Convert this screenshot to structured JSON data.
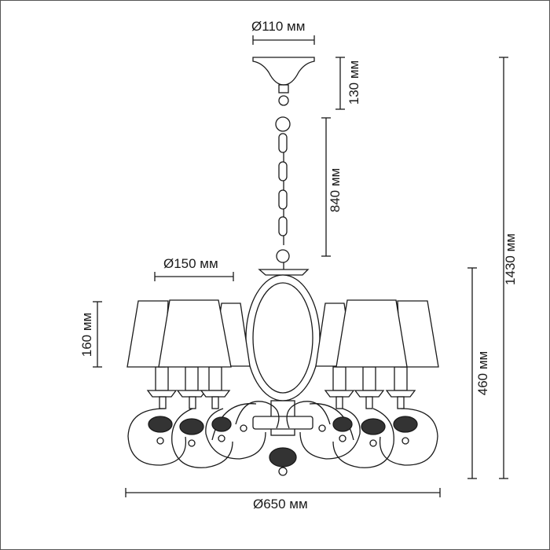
{
  "dimensions": {
    "canopy_diameter": "Ø110 мм",
    "canopy_height": "130 мм",
    "chain_length": "840 мм",
    "shade_diameter": "Ø150 мм",
    "shade_height": "160 мм",
    "body_height": "460 мм",
    "total_height": "1430 мм",
    "total_diameter": "Ø650 мм"
  },
  "colors": {
    "line": "#1a1a1a",
    "shade": "#ffffff",
    "crystal": "#333333"
  }
}
